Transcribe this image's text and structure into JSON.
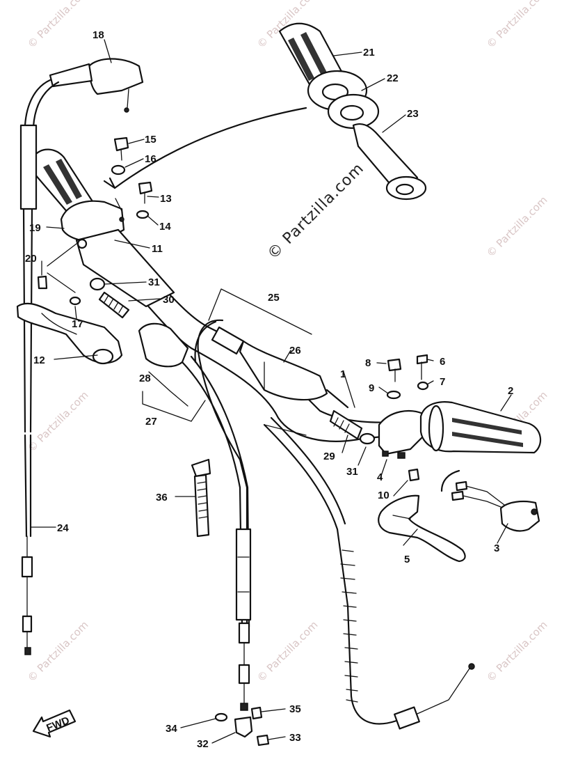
{
  "watermark": {
    "repeat_text": "© Partzilla.com",
    "center_text": "© Partzilla.com"
  },
  "fwd_label": "FWD",
  "callouts": {
    "c1": "1",
    "c2": "2",
    "c3": "3",
    "c4": "4",
    "c5": "5",
    "c6": "6",
    "c7": "7",
    "c8": "8",
    "c9": "9",
    "c10": "10",
    "c11": "11",
    "c12": "12",
    "c13": "13",
    "c14": "14",
    "c15": "15",
    "c16": "16",
    "c17": "17",
    "c18": "18",
    "c19": "19",
    "c20": "20",
    "c21": "21",
    "c22": "22",
    "c23": "23",
    "c24": "24",
    "c25": "25",
    "c26": "26",
    "c27": "27",
    "c28": "28",
    "c29": "29",
    "c30": "30",
    "c31a": "31",
    "c31b": "31",
    "c32": "32",
    "c33": "33",
    "c34": "34",
    "c35": "35",
    "c36": "36"
  },
  "colors": {
    "ink": "#111111",
    "watermark": "#d9c6c6",
    "background": "#ffffff"
  }
}
